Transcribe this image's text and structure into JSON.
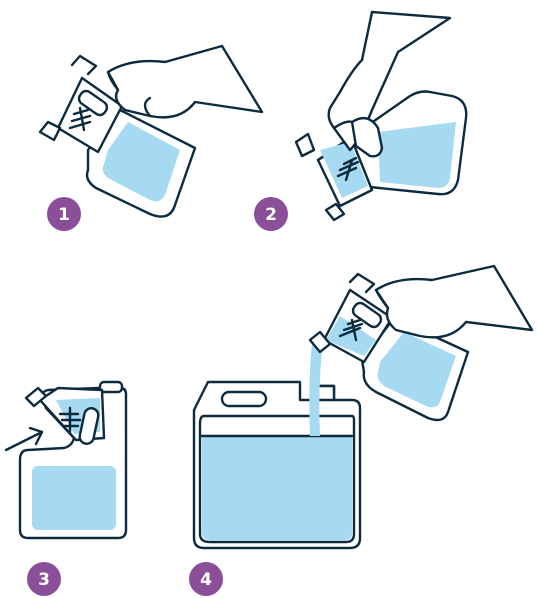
{
  "steps": [
    {
      "number": "1"
    },
    {
      "number": "2"
    },
    {
      "number": "3"
    },
    {
      "number": "4"
    }
  ],
  "colors": {
    "line": "#0d2b3e",
    "liquid": "#a6d9f2",
    "badge": "#8a4f98",
    "badge_text": "#ffffff"
  },
  "icons": [
    "hand-icon",
    "measuring-bottle-icon",
    "arrow-icon",
    "jerrycan-icon"
  ]
}
